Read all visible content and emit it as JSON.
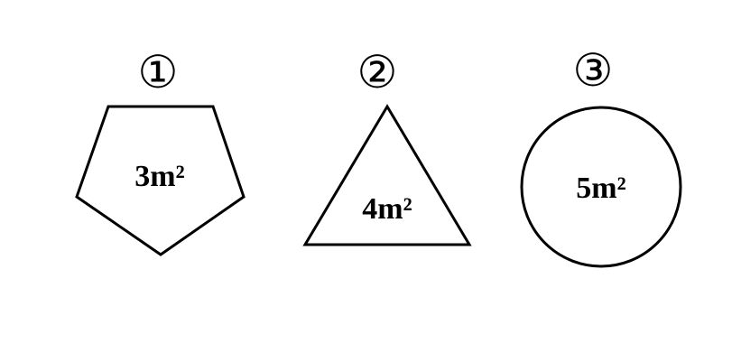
{
  "shapes": [
    {
      "id": "1",
      "marker": "①",
      "shape": "pentagon",
      "area": "3m²"
    },
    {
      "id": "2",
      "marker": "②",
      "shape": "triangle",
      "area": "4m²"
    },
    {
      "id": "3",
      "marker": "③",
      "shape": "circle",
      "area": "5m²"
    }
  ]
}
